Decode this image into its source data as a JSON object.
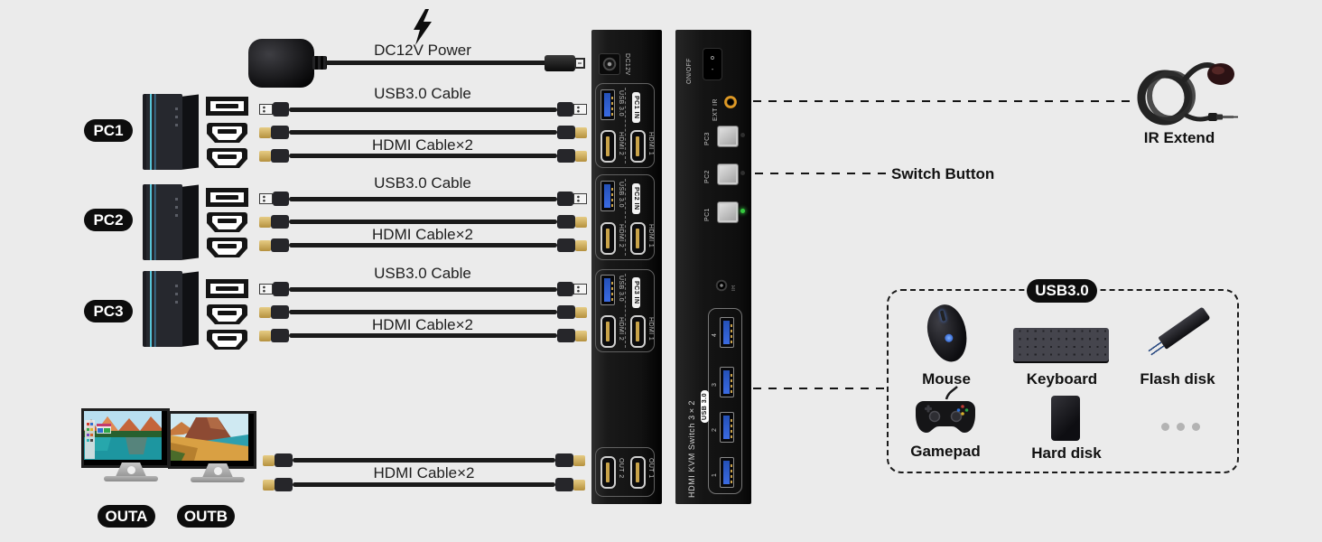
{
  "labels": {
    "dc_power": "DC12V Power",
    "usb_cable": "USB3.0 Cable",
    "hdmi_cable": "HDMI Cable×2",
    "switch_button": "Switch Button",
    "ir_extend": "IR Extend"
  },
  "pcs": {
    "pc1": "PC1",
    "pc2": "PC2",
    "pc3": "PC3"
  },
  "outputs": {
    "outa": "OUTA",
    "outb": "OUTB"
  },
  "back_panel": {
    "dc": "DC12V",
    "usb": "USB 3.0",
    "pc1_in": "PC1 IN",
    "pc2_in": "PC2 IN",
    "pc3_in": "PC3 IN",
    "hdmi1": "HDMI 1",
    "hdmi2": "HDMI 2",
    "out1": "OUT 1",
    "out2": "OUT 2"
  },
  "front_panel": {
    "on_off": "ON/OFF",
    "rocker_top": "o",
    "rocker_bottom": "-",
    "ext_ir": "EXT IR",
    "pc3": "PC3",
    "pc2": "PC2",
    "pc1": "PC1",
    "ir": "IR",
    "model": "HDMI KVM Switch 3×2",
    "usb": "USB 3.0",
    "ports": [
      "4",
      "3",
      "2",
      "1"
    ]
  },
  "usb_box": {
    "title": "USB3.0",
    "mouse": "Mouse",
    "keyboard": "Keyboard",
    "flash": "Flash disk",
    "gamepad": "Gamepad",
    "hdd": "Hard disk"
  },
  "colors": {
    "background": "#ebebeb",
    "device_black": "#141414",
    "usb_blue": "#2f5fd6",
    "hdmi_gold": "#c9a44a",
    "led_green": "#35c93f",
    "ext_ir_orange": "#e09a25",
    "label_pill": "#0d0d0d"
  }
}
